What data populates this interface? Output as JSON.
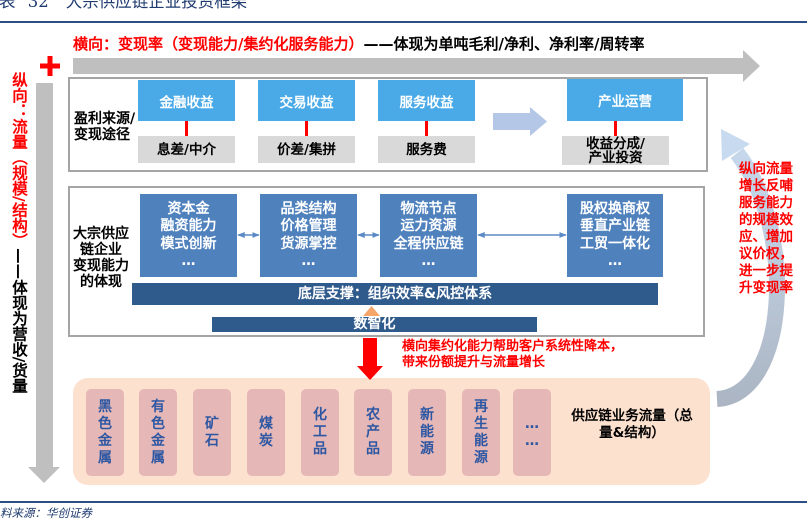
{
  "title": {
    "number": "表 32",
    "text": "大宗供应链企业投资框架"
  },
  "horizontal_axis": {
    "label": "横向：变现率（变现能力/集约化服务能力）",
    "description": "——体现为单吨毛利/净利、净利率/周转率"
  },
  "vertical_axis": {
    "label": "纵向：流量（规模/结构）",
    "description": "——体现为营收/货量"
  },
  "profit_section": {
    "label_lines": [
      "盈利来源/",
      "变现途径"
    ],
    "sources": [
      {
        "title": "金融收益",
        "detail": [
          "息差/中介"
        ]
      },
      {
        "title": "交易收益",
        "detail": [
          "价差/集拼"
        ]
      },
      {
        "title": "服务收益",
        "detail": [
          "服务费"
        ]
      },
      {
        "title": "产业运营",
        "detail": [
          "收益分成/",
          "产业投资"
        ]
      }
    ]
  },
  "capability_section": {
    "label_lines": [
      "大宗供应",
      "链企业",
      "变现能力",
      "的体现"
    ],
    "capabilities": [
      {
        "lines": [
          "资本金",
          "融资能力",
          "模式创新",
          "…"
        ]
      },
      {
        "lines": [
          "品类结构",
          "价格管理",
          "货源掌控",
          "…"
        ]
      },
      {
        "lines": [
          "物流节点",
          "运力资源",
          "全程供应链",
          "…"
        ]
      },
      {
        "lines": [
          "股权换商权",
          "垂直产业链",
          "工贸一体化",
          "…"
        ]
      }
    ],
    "base_support": "底层支撑：组织效率&风控体系",
    "digitalization": "数智化"
  },
  "transition_note": {
    "lines": [
      "横向集约化能力帮助客户系统性降本，",
      "带来份额提升与流量增长"
    ]
  },
  "flow_section": {
    "categories": [
      "黑色金属",
      "有色金属",
      "矿石",
      "煤炭",
      "化工品",
      "农产品",
      "新能源",
      "再生能源",
      "……"
    ],
    "label_lines": [
      "供应链业务流量（总",
      "量&结构）"
    ]
  },
  "feedback_note": {
    "lines": [
      "纵向流量",
      "增长反哺",
      "服务能力",
      "的规模效",
      "应、增加",
      "议价权，",
      "进一步提",
      "升变现率"
    ]
  },
  "source": "料来源：华创证券",
  "icons": {
    "origin_marker": "plus-icon",
    "horizontal_arrow": "arrow-right-icon",
    "vertical_arrow": "arrow-down-icon",
    "feedback_arrow": "curved-arrow-up-icon"
  },
  "colors": {
    "red": "#ff0000",
    "lightblue": "#4aaae8",
    "midblue": "#4f81bd",
    "navy": "#2f5a8c",
    "gray": "#d9d9d9",
    "peach": "#fde1cf",
    "pink": "#e5b7b6",
    "catblue": "#2e57a3"
  }
}
